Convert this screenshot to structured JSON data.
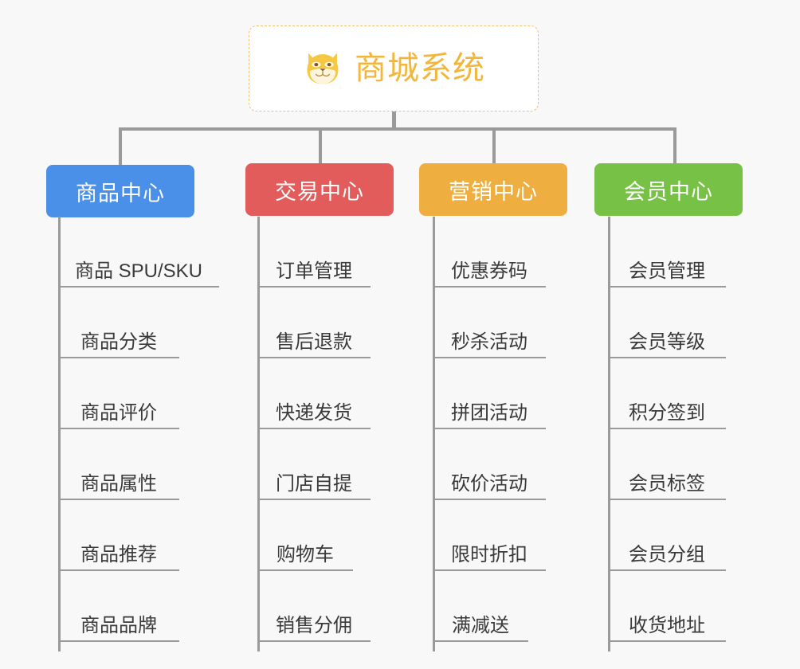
{
  "page": {
    "background_color": "#f8f8f8",
    "line_color": "#9a9a9a"
  },
  "root": {
    "title": "商城系统",
    "icon": "shiba-dog-face-emoji",
    "title_color": "#f2b63c",
    "border_color": "#f0c070",
    "fill_color": "#ffffff"
  },
  "branches": [
    {
      "label": "商品中心",
      "color": "#4a90e8",
      "items": [
        "商品 SPU/SKU",
        "商品分类",
        "商品评价",
        "商品属性",
        "商品推荐",
        "商品品牌"
      ]
    },
    {
      "label": "交易中心",
      "color": "#e35c5c",
      "items": [
        "订单管理",
        "售后退款",
        "快递发货",
        "门店自提",
        "购物车",
        "销售分佣"
      ]
    },
    {
      "label": "营销中心",
      "color": "#eeae40",
      "items": [
        "优惠券码",
        "秒杀活动",
        "拼团活动",
        "砍价活动",
        "限时折扣",
        "满减送"
      ]
    },
    {
      "label": "会员中心",
      "color": "#77c246",
      "items": [
        "会员管理",
        "会员等级",
        "积分签到",
        "会员标签",
        "会员分组",
        "收货地址"
      ]
    }
  ]
}
